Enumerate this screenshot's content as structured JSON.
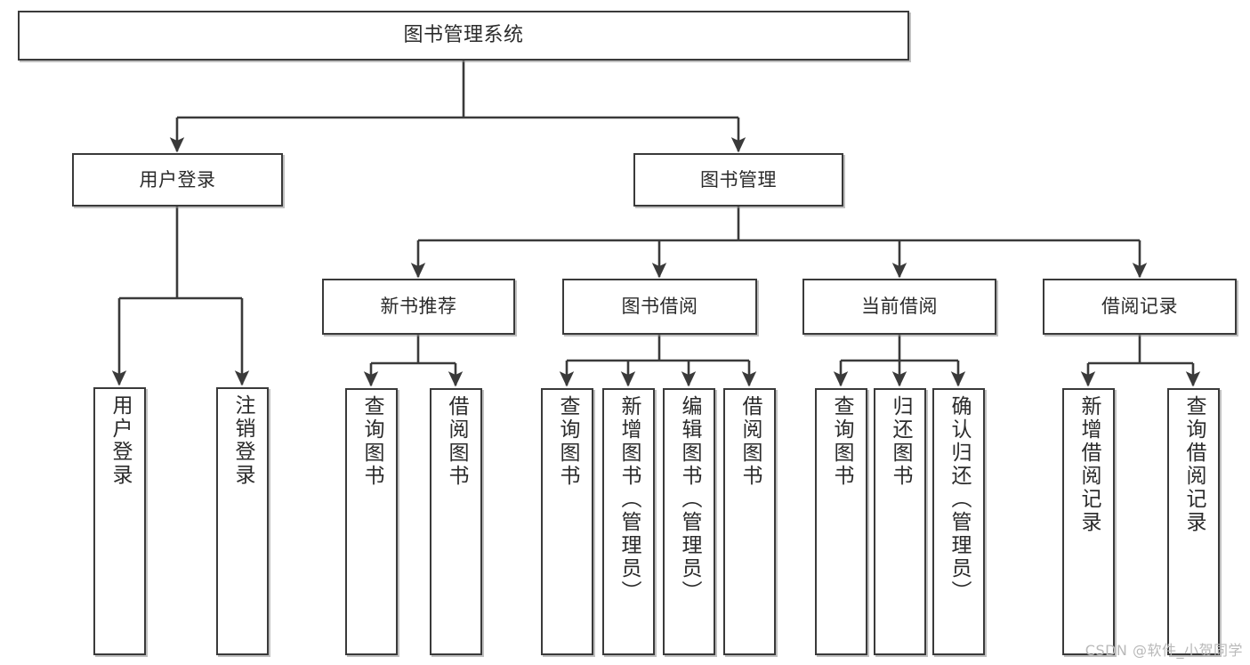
{
  "diagram": {
    "title": "图书管理系统",
    "type": "tree-hierarchy",
    "orientation": "top-down",
    "colors": {
      "stroke": "#3a3a3a",
      "fill": "#ffffff",
      "text": "#2b2b2b",
      "watermark": "#b9b9b9",
      "shadow": "#8c8c8c"
    },
    "watermark": "CSDN @软件_小贺同学",
    "root": {
      "id": "root",
      "label": "图书管理系统"
    },
    "level2": [
      {
        "id": "user-login",
        "label": "用户登录"
      },
      {
        "id": "book-manage",
        "label": "图书管理"
      }
    ],
    "level3": [
      {
        "id": "new-book-recommend",
        "label": "新书推荐",
        "parent": "book-manage"
      },
      {
        "id": "book-borrow",
        "label": "图书借阅",
        "parent": "book-manage"
      },
      {
        "id": "current-borrow",
        "label": "当前借阅",
        "parent": "book-manage"
      },
      {
        "id": "borrow-record",
        "label": "借阅记录",
        "parent": "book-manage"
      }
    ],
    "leaves": [
      {
        "id": "leaf-user-login",
        "label": "用户登录",
        "parent": "user-login"
      },
      {
        "id": "leaf-logout-login",
        "label": "注销登录",
        "parent": "user-login"
      },
      {
        "id": "leaf-query-book-1",
        "label": "查询图书",
        "parent": "new-book-recommend"
      },
      {
        "id": "leaf-borrow-book-1",
        "label": "借阅图书",
        "parent": "new-book-recommend"
      },
      {
        "id": "leaf-query-book-2",
        "label": "查询图书",
        "parent": "book-borrow"
      },
      {
        "id": "leaf-add-book",
        "label": "新增图书（管理员）",
        "parent": "book-borrow"
      },
      {
        "id": "leaf-edit-book",
        "label": "编辑图书（管理员）",
        "parent": "book-borrow"
      },
      {
        "id": "leaf-borrow-book-2",
        "label": "借阅图书",
        "parent": "book-borrow"
      },
      {
        "id": "leaf-query-book-3",
        "label": "查询图书",
        "parent": "current-borrow"
      },
      {
        "id": "leaf-return-book",
        "label": "归还图书",
        "parent": "current-borrow"
      },
      {
        "id": "leaf-confirm-return",
        "label": "确认归还（管理员）",
        "parent": "current-borrow"
      },
      {
        "id": "leaf-add-record",
        "label": "新增借阅记录",
        "parent": "borrow-record"
      },
      {
        "id": "leaf-query-record",
        "label": "查询借阅记录",
        "parent": "borrow-record"
      }
    ]
  }
}
